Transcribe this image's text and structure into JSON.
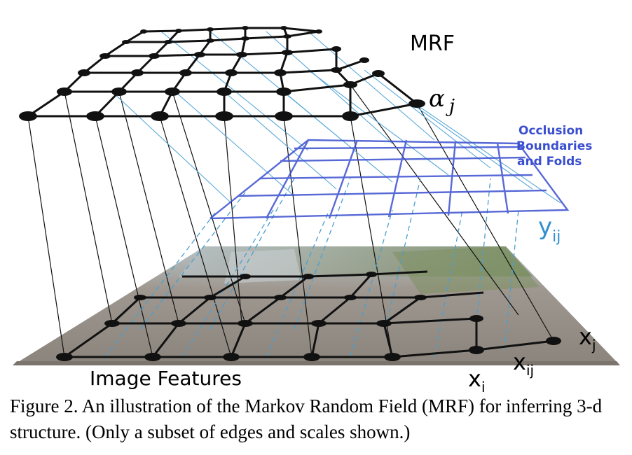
{
  "labels": {
    "mrf": "MRF",
    "alpha": "α",
    "alpha_sub": "j",
    "occlusion_line1": "Occlusion",
    "occlusion_line2": "Boundaries",
    "occlusion_line3": "and Folds",
    "y": "y",
    "y_sub": "ij",
    "image_features": "Image Features",
    "x_i": "x",
    "x_i_sub": "i",
    "x_ij": "x",
    "x_ij_sub": "ij",
    "x_j": "x",
    "x_j_sub": "j"
  },
  "caption": "Figure 2. An illustration of the Markov Random Field (MRF) for inferring 3-d structure. (Only a subset of edges and scales shown.)",
  "colors": {
    "mrf_graph": "#000000",
    "occlusion_edges": "#3a4fd0",
    "projection_lines": "#4a9fd0",
    "image_plane": "#9a948c"
  }
}
